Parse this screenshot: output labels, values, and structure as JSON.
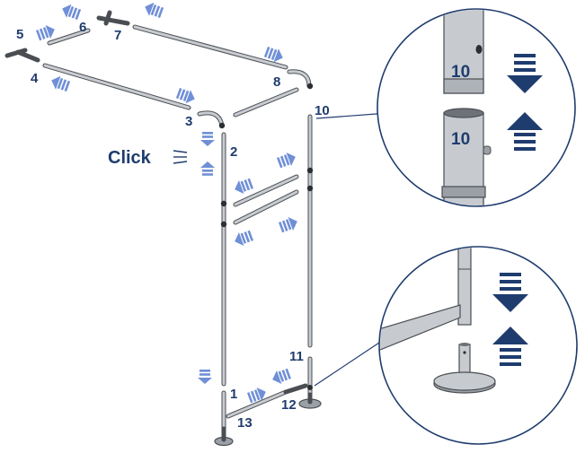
{
  "labels": {
    "n1": "1",
    "n2": "2",
    "n3": "3",
    "n4": "4",
    "n5": "5",
    "n6": "6",
    "n7": "7",
    "n8": "8",
    "n10": "10",
    "n11": "11",
    "n12": "12",
    "n13": "13",
    "click": "Click",
    "zoom_upper_top": "10",
    "zoom_upper_bottom": "10"
  },
  "colors": {
    "navy": "#1f3c6e",
    "arrow_blue": "#6f8fd6",
    "tube_grey": "#c7cbd0",
    "outline": "#4a4e53"
  },
  "icons": [
    "push-arrow-icon",
    "down-arrow-icon",
    "up-arrow-icon",
    "click-indicator-icon"
  ]
}
